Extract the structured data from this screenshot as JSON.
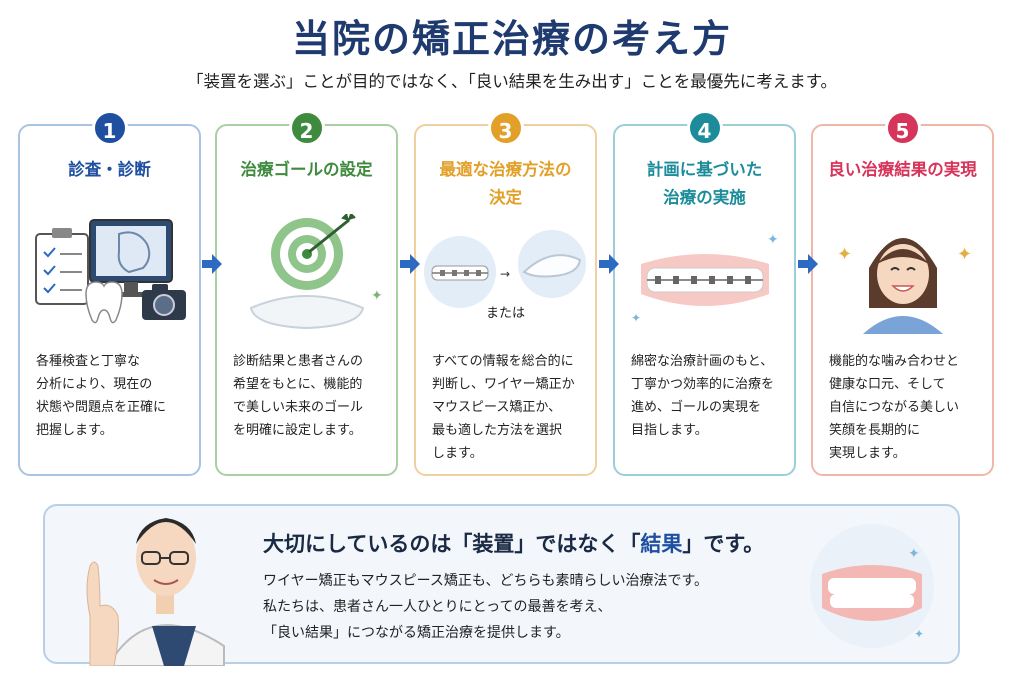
{
  "header": {
    "title": "当院の矯正治療の考え方",
    "subtitle": "「装置を選ぶ」ことが目的ではなく、「良い結果を生み出す」ことを最優先に考えます。"
  },
  "steps": [
    {
      "number": "1",
      "title": "診査・診断",
      "color": "#1f4fa0",
      "border": "#a9c3e3",
      "desc": "各種検査と丁寧な\n分析により、現在の\n状態や問題点を正確に\n把握します。"
    },
    {
      "number": "2",
      "title": "治療ゴールの設定",
      "color": "#3e8a3e",
      "border": "#a8d0a3",
      "desc": "診断結果と患者さんの\n希望をもとに、機能的\nで美しい未来のゴール\nを明確に設定します。"
    },
    {
      "number": "3",
      "title": "最適な治療方法の\n決定",
      "color": "#e2a028",
      "border": "#f0cfa0",
      "desc": "すべての情報を総合的に\n判断し、ワイヤー矯正か\nマウスピース矯正か、\n最も適した方法を選択\nします。",
      "or_label": "または"
    },
    {
      "number": "4",
      "title": "計画に基づいた\n治療の実施",
      "color": "#1c8c9a",
      "border": "#9ccfd5",
      "desc": "綿密な治療計画のもと、\n丁寧かつ効率的に治療を\n進め、ゴールの実現を\n目指します。"
    },
    {
      "number": "5",
      "title": "良い治療結果の実現",
      "color": "#d6345a",
      "border": "#f0b7a8",
      "desc": "機能的な噛み合わせと\n健康な口元、そして\n自信につながる美しい\n笑顔を長期的に\n実現します。"
    }
  ],
  "bottom": {
    "title_pre": "大切にしているのは「装置」ではなく「",
    "title_highlight": "結果",
    "title_post": "」です。",
    "lines": [
      "ワイヤー矯正もマウスピース矯正も、どちらも素晴らしい治療法です。",
      "私たちは、患者さん一人ひとりにとっての最善を考え、",
      "「良い結果」につながる矯正治療を提供します。"
    ]
  },
  "icons": [
    "clipboard-icon",
    "monitor-xray-icon",
    "tooth-icon",
    "camera-icon",
    "target-icon",
    "aligner-icon",
    "braces-icon",
    "smiling-woman-icon",
    "doctor-icon",
    "teeth-icon",
    "sparkle-icon",
    "arrow-right-icon"
  ]
}
